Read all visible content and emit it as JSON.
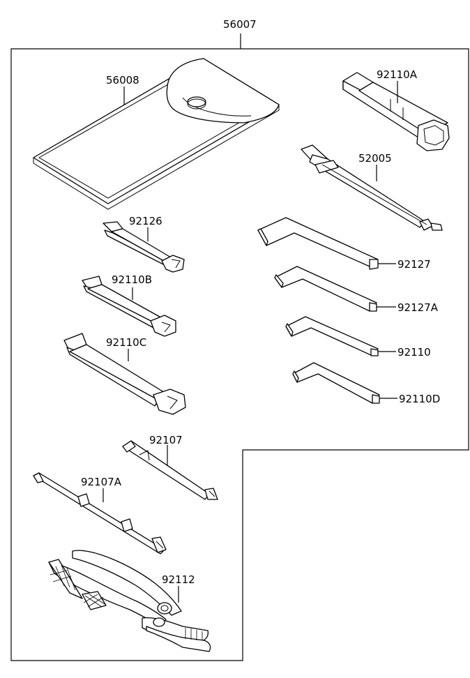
{
  "diagram": {
    "parts": [
      {
        "id": "assembly",
        "number": "56007"
      },
      {
        "id": "tool-bag",
        "number": "56008"
      },
      {
        "id": "box-wrench",
        "number": "92110A"
      },
      {
        "id": "screwdriver-grip",
        "number": "52005"
      },
      {
        "id": "wrench-small",
        "number": "92126"
      },
      {
        "id": "wrench-medium",
        "number": "92110B"
      },
      {
        "id": "wrench-large",
        "number": "92110C"
      },
      {
        "id": "hex-key-1",
        "number": "92127"
      },
      {
        "id": "hex-key-2",
        "number": "92127A"
      },
      {
        "id": "hex-key-3",
        "number": "92110"
      },
      {
        "id": "hex-key-4",
        "number": "92110D"
      },
      {
        "id": "screwdriver-bit-1",
        "number": "92107"
      },
      {
        "id": "screwdriver-bit-2",
        "number": "92107A"
      },
      {
        "id": "pliers",
        "number": "92112"
      }
    ]
  }
}
